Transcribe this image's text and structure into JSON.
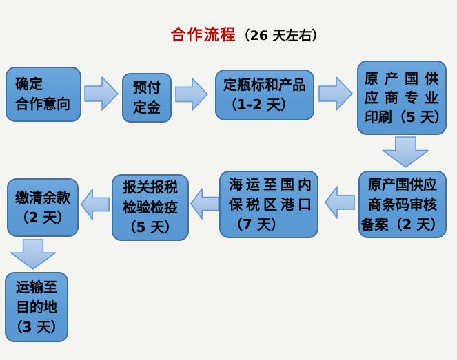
{
  "title": {
    "main": "合作流程",
    "duration": "（26 天左右）"
  },
  "colors": {
    "background": "#f4f5f0",
    "box_fill": "#5b9bd5",
    "box_border": "#41719c",
    "arrow_fill": "#a9c6e9",
    "arrow_border": "#6096d0",
    "title_red": "#c00000",
    "text": "#000000"
  },
  "steps": [
    {
      "lines": [
        "确定",
        "合作意向"
      ]
    },
    {
      "lines": [
        "预付",
        "定金"
      ]
    },
    {
      "lines": [
        "定瓶标和产品",
        "（1-2 天）"
      ]
    },
    {
      "lines": [
        "原产国供",
        "应商专业",
        "印刷（5 天）"
      ]
    },
    {
      "lines": [
        "原产国供应",
        "商条码审核",
        "备案（2 天）"
      ]
    },
    {
      "lines": [
        "海运至国内",
        "保税区港口",
        "（7 天）"
      ]
    },
    {
      "lines": [
        "报关报税",
        "检验检疫",
        "（5 天）"
      ]
    },
    {
      "lines": [
        "缴清余款",
        "（2 天）"
      ]
    },
    {
      "lines": [
        "运输至",
        "目的地",
        "（3 天）"
      ]
    }
  ]
}
